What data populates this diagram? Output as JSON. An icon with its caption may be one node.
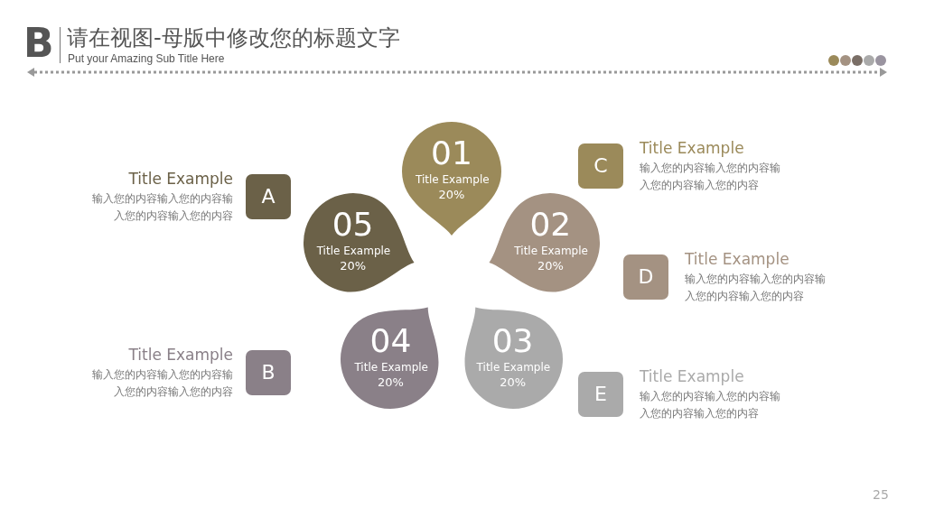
{
  "diagram": {
    "title": "请在视图-母版中修改您的标题文字",
    "nodes": [
      {
        "text": [
          "01",
          "Title Example",
          "20%"
        ]
      },
      {
        "text": [
          "02",
          "Title Example",
          "20%"
        ]
      },
      {
        "text": [
          "03",
          "Title Example",
          "20%"
        ]
      },
      {
        "text": [
          "04",
          "Title Example",
          "20%"
        ]
      },
      {
        "text": [
          "05",
          "Title Example",
          "20%"
        ]
      },
      {
        "text": [
          "A"
        ],
        "beside": [
          "Title Example",
          "输入您的内容输入您的内容输入您的内容输入您的内容"
        ]
      },
      {
        "text": [
          "B"
        ],
        "beside": [
          "Title Example",
          "输入您的内容输入您的内容输入您的内容输入您的内容"
        ]
      },
      {
        "text": [
          "C"
        ],
        "beside": [
          "Title Example",
          "输入您的内容输入您的内容输入您的内容输入您的内容"
        ]
      },
      {
        "text": [
          "D"
        ],
        "beside": [
          "Title Example",
          "输入您的内容输入您的内容输入您的内容输入您的内容"
        ]
      },
      {
        "text": [
          "E"
        ],
        "beside": [
          "Title Example",
          "输入您的内容输入您的内容输入您的内容输入您的内容"
        ]
      }
    ],
    "edges": [],
    "labels": [
      "B",
      "Put your Amazing Sub Title Here",
      "25"
    ]
  }
}
